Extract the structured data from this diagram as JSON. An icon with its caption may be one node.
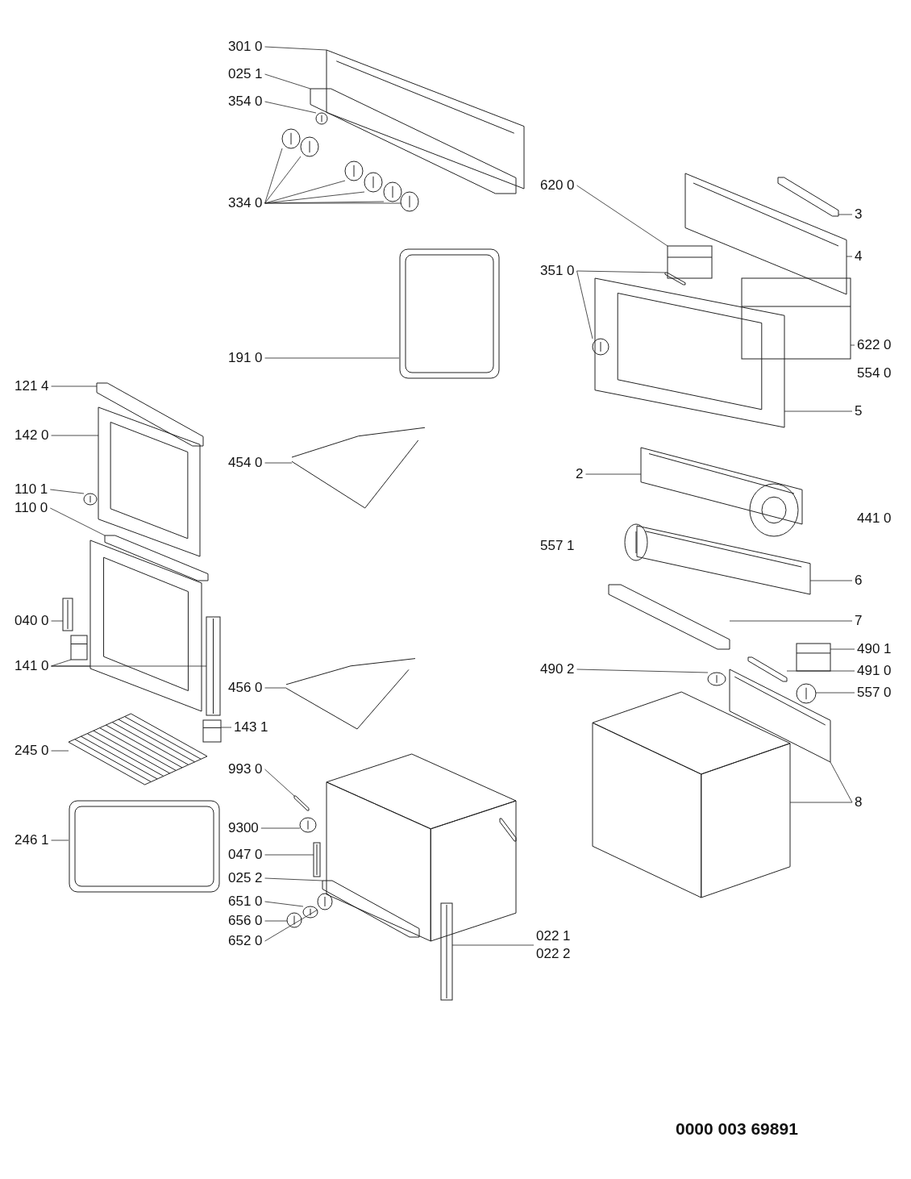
{
  "diagram": {
    "nodes": [
      {
        "text": [
          "301 0"
        ]
      },
      {
        "text": [
          "025 1"
        ]
      },
      {
        "text": [
          "354 0"
        ]
      },
      {
        "text": [
          "334 0"
        ]
      },
      {
        "text": [
          "620 0"
        ]
      },
      {
        "text": [
          "3"
        ]
      },
      {
        "text": [
          "4"
        ]
      },
      {
        "text": [
          "351 0"
        ]
      },
      {
        "text": [
          "622 0"
        ]
      },
      {
        "text": [
          "191 0"
        ]
      },
      {
        "text": [
          "121 4"
        ]
      },
      {
        "text": [
          "5"
        ]
      },
      {
        "text": [
          "142 0"
        ]
      },
      {
        "text": [
          "454 0"
        ]
      },
      {
        "text": [
          "2"
        ]
      },
      {
        "text": [
          "110 1"
        ]
      },
      {
        "text": [
          "110 0"
        ]
      },
      {
        "text": [
          "6"
        ]
      },
      {
        "text": [
          "7"
        ]
      },
      {
        "text": [
          "040 0"
        ]
      },
      {
        "text": [
          "141 0"
        ]
      },
      {
        "text": [
          "490 1"
        ]
      },
      {
        "text": [
          "490 2"
        ]
      },
      {
        "text": [
          "491 0"
        ]
      },
      {
        "text": [
          "456 0"
        ]
      },
      {
        "text": [
          "557 0"
        ]
      },
      {
        "text": [
          "143 1"
        ]
      },
      {
        "text": [
          "245 0"
        ]
      },
      {
        "text": [
          "8"
        ]
      },
      {
        "text": [
          "993 0"
        ]
      },
      {
        "text": [
          "9300"
        ]
      },
      {
        "text": [
          "246 1"
        ]
      },
      {
        "text": [
          "047 0"
        ]
      },
      {
        "text": [
          "025 2"
        ]
      },
      {
        "text": [
          "651 0"
        ]
      },
      {
        "text": [
          "656 0"
        ]
      },
      {
        "text": [
          "652 0"
        ]
      },
      {
        "text": [
          "022 1",
          "022 2"
        ]
      },
      {
        "text": [],
        "shape": "picture"
      },
      {
        "text": [],
        "shape": "picture"
      },
      {
        "text": [],
        "shape": "picture"
      },
      {
        "text": [],
        "shape": "picture"
      },
      {
        "text": [],
        "shape": "picture"
      },
      {
        "text": [],
        "shape": "picture"
      },
      {
        "text": [],
        "shape": "picture"
      },
      {
        "text": [],
        "shape": "picture"
      },
      {
        "text": [],
        "shape": "picture"
      },
      {
        "text": [],
        "shape": "picture"
      },
      {
        "text": [],
        "shape": "picture"
      },
      {
        "text": [],
        "shape": "picture"
      },
      {
        "text": [],
        "shape": "picture"
      },
      {
        "text": [],
        "shape": "picture"
      },
      {
        "text": [],
        "shape": "picture"
      },
      {
        "text": [],
        "shape": "picture"
      },
      {
        "text": [],
        "shape": "picture"
      },
      {
        "text": [],
        "shape": "picture"
      },
      {
        "text": [],
        "shape": "picture"
      },
      {
        "text": [],
        "shape": "picture"
      },
      {
        "text": [],
        "shape": "picture"
      },
      {
        "text": [],
        "shape": "picture"
      },
      {
        "text": [],
        "shape": "picture"
      },
      {
        "text": [],
        "shape": "picture"
      },
      {
        "text": [],
        "shape": "picture"
      },
      {
        "text": [],
        "shape": "picture"
      },
      {
        "text": [],
        "shape": "picture"
      },
      {
        "text": [],
        "shape": "picture"
      },
      {
        "text": [],
        "shape": "picture"
      },
      {
        "text": [],
        "shape": "picture"
      },
      {
        "text": [],
        "shape": "picture"
      },
      {
        "text": [],
        "shape": "picture"
      },
      {
        "text": [],
        "shape": "picture"
      },
      {
        "text": [],
        "shape": "picture"
      },
      {
        "text": [],
        "shape": "picture"
      },
      {
        "text": [],
        "shape": "picture"
      },
      {
        "text": [],
        "shape": "picture"
      },
      {
        "text": [],
        "shape": "picture"
      },
      {
        "text": [],
        "shape": "picture"
      },
      {
        "text": [],
        "shape": "picture"
      },
      {
        "text": [],
        "shape": "picture"
      },
      {
        "text": [],
        "shape": "picture"
      },
      {
        "text": [],
        "shape": "picture"
      },
      {
        "text": [],
        "shape": "picture"
      },
      {
        "text": [],
        "shape": "picture"
      },
      {
        "text": [],
        "shape": "picture"
      },
      {
        "text": [],
        "shape": "picture"
      }
    ],
    "edges": [
      {
        "from": 0,
        "to": 38,
        "arrow": "none"
      },
      {
        "from": 1,
        "to": 39,
        "arrow": "none"
      },
      {
        "from": 2,
        "to": 40,
        "arrow": "none"
      },
      {
        "from": 3,
        "to": 41,
        "arrow": "none"
      },
      {
        "from": 3,
        "to": 42,
        "arrow": "none"
      },
      {
        "from": 3,
        "to": 43,
        "arrow": "none"
      },
      {
        "from": 3,
        "to": 44,
        "arrow": "none"
      },
      {
        "from": 3,
        "to": 45,
        "arrow": "none"
      },
      {
        "from": 3,
        "to": 46,
        "arrow": "none"
      },
      {
        "from": 4,
        "to": 47,
        "arrow": "none"
      },
      {
        "from": 5,
        "to": 48,
        "arrow": "none"
      },
      {
        "from": 6,
        "to": 49,
        "arrow": "none"
      },
      {
        "from": 7,
        "to": 50,
        "arrow": "none"
      },
      {
        "from": 7,
        "to": 51,
        "arrow": "none"
      },
      {
        "from": 8,
        "to": 52,
        "arrow": "none"
      },
      {
        "from": 9,
        "to": 54,
        "arrow": "none"
      },
      {
        "from": 10,
        "to": 55,
        "arrow": "none"
      },
      {
        "from": 11,
        "to": 53,
        "arrow": "none"
      },
      {
        "from": 12,
        "to": 56,
        "arrow": "none"
      },
      {
        "from": 13,
        "to": 57,
        "arrow": "none"
      },
      {
        "from": 14,
        "to": 58,
        "arrow": "none"
      },
      {
        "from": 15,
        "to": 59,
        "arrow": "none"
      },
      {
        "from": 16,
        "to": 60,
        "arrow": "none"
      },
      {
        "from": 17,
        "to": 61,
        "arrow": "none"
      },
      {
        "from": 18,
        "to": 62,
        "arrow": "none"
      },
      {
        "from": 19,
        "to": 63,
        "arrow": "none"
      },
      {
        "from": 20,
        "to": 64,
        "arrow": "none"
      },
      {
        "from": 20,
        "to": 65,
        "arrow": "none"
      },
      {
        "from": 20,
        "to": 66,
        "arrow": "none"
      },
      {
        "from": 21,
        "to": 67,
        "arrow": "none"
      },
      {
        "from": 22,
        "to": 68,
        "arrow": "none"
      },
      {
        "from": 23,
        "to": 69,
        "arrow": "none"
      },
      {
        "from": 24,
        "to": 71,
        "arrow": "none"
      },
      {
        "from": 25,
        "to": 70,
        "arrow": "none"
      },
      {
        "from": 26,
        "to": 72,
        "arrow": "none"
      },
      {
        "from": 27,
        "to": 73,
        "arrow": "none"
      },
      {
        "from": 28,
        "to": 74,
        "arrow": "none"
      },
      {
        "from": 28,
        "to": 75,
        "arrow": "none"
      },
      {
        "from": 29,
        "to": 76,
        "arrow": "none"
      },
      {
        "from": 30,
        "to": 77,
        "arrow": "none"
      },
      {
        "from": 31,
        "to": 84,
        "arrow": "none"
      },
      {
        "from": 32,
        "to": 78,
        "arrow": "none"
      },
      {
        "from": 33,
        "to": 79,
        "arrow": "none"
      },
      {
        "from": 34,
        "to": 80,
        "arrow": "none"
      },
      {
        "from": 35,
        "to": 81,
        "arrow": "none"
      },
      {
        "from": 36,
        "to": 82,
        "arrow": "none"
      },
      {
        "from": 37,
        "to": 83,
        "arrow": "none"
      }
    ],
    "labels": [
      "554 0",
      "441 0",
      "557 1",
      "0000 003 69891"
    ]
  }
}
